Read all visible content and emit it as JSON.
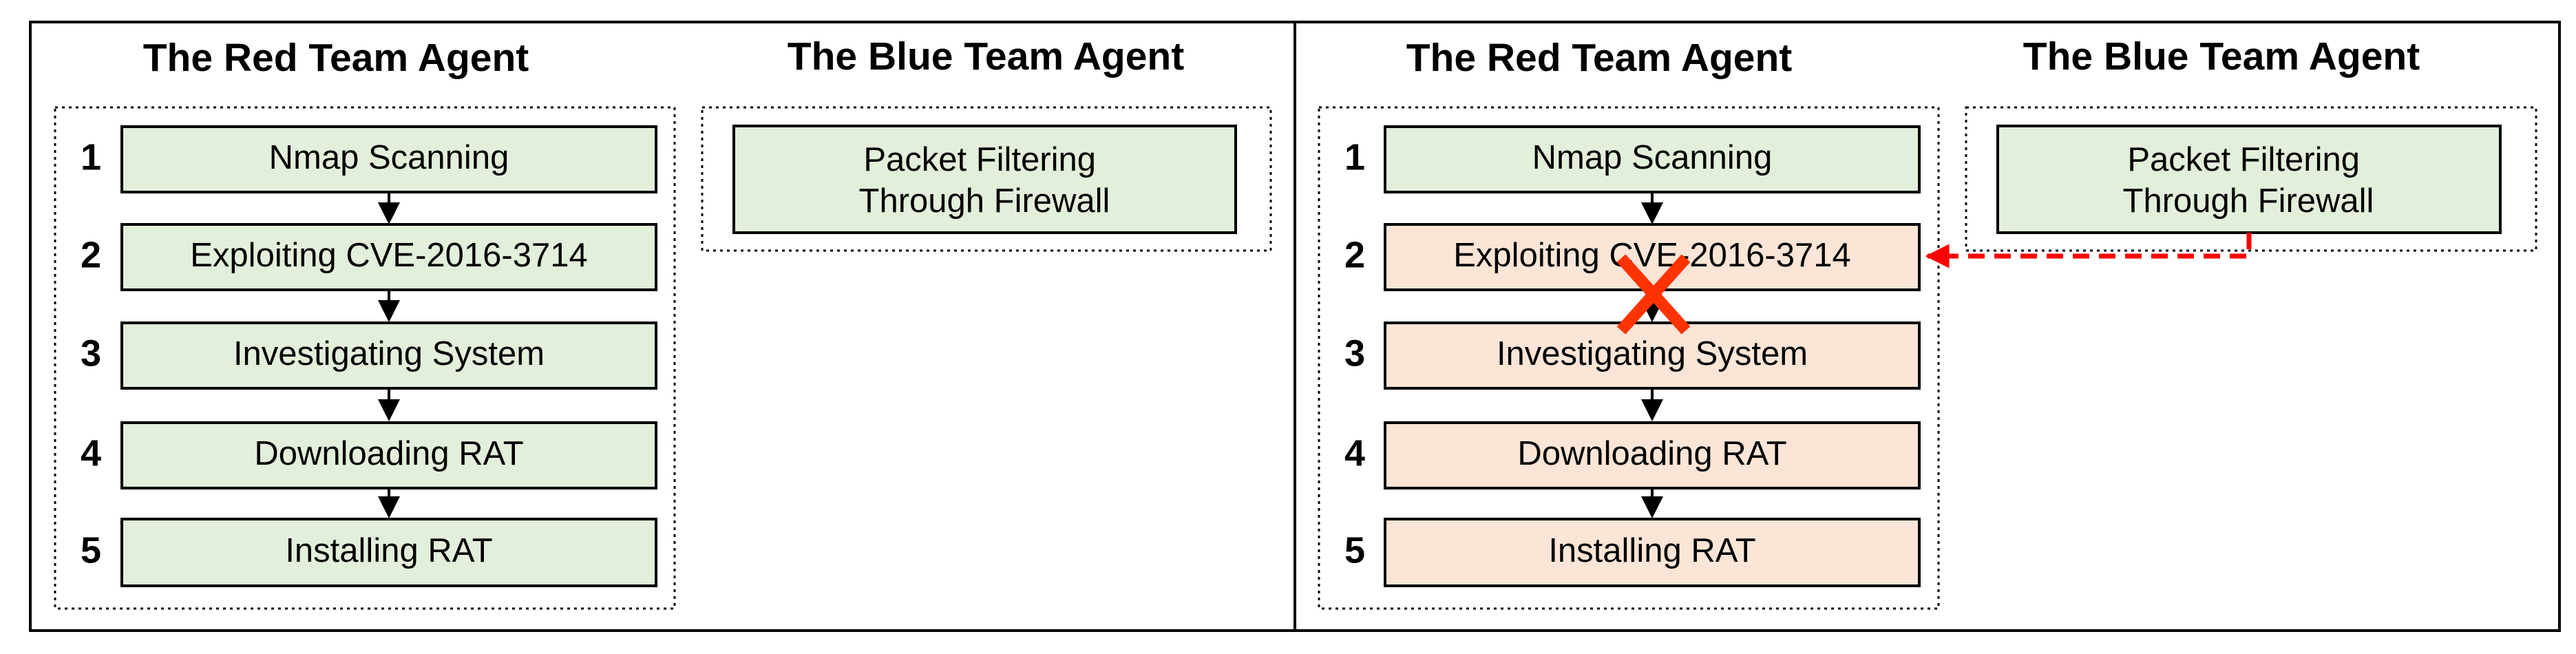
{
  "panels": [
    {
      "red": {
        "title": "The Red Team Agent",
        "steps": [
          {
            "num": "1",
            "label": "Nmap Scanning",
            "state": "normal"
          },
          {
            "num": "2",
            "label": "Exploiting CVE-2016-3714",
            "state": "normal"
          },
          {
            "num": "3",
            "label": "Investigating System",
            "state": "normal"
          },
          {
            "num": "4",
            "label": "Downloading RAT",
            "state": "normal"
          },
          {
            "num": "5",
            "label": "Installing RAT",
            "state": "normal"
          }
        ]
      },
      "blue": {
        "title": "The Blue Team Agent",
        "action_lines": [
          "Packet Filtering",
          "Through Firewall"
        ]
      },
      "blocked": false
    },
    {
      "red": {
        "title": "The Red Team Agent",
        "steps": [
          {
            "num": "1",
            "label": "Nmap Scanning",
            "state": "normal"
          },
          {
            "num": "2",
            "label": "Exploiting CVE-2016-3714",
            "state": "blocked"
          },
          {
            "num": "3",
            "label": "Investigating System",
            "state": "blocked"
          },
          {
            "num": "4",
            "label": "Downloading RAT",
            "state": "blocked"
          },
          {
            "num": "5",
            "label": "Installing RAT",
            "state": "blocked"
          }
        ]
      },
      "blue": {
        "title": "The Blue Team Agent",
        "action_lines": [
          "Packet Filtering",
          "Through Firewall"
        ]
      },
      "blocked": true
    }
  ],
  "colors": {
    "normal_fill": "#e2efda",
    "blocked_fill": "#fbe5d6",
    "arrow_red": "#ff0000",
    "cross_red": "#ff3300",
    "border": "#000000"
  }
}
